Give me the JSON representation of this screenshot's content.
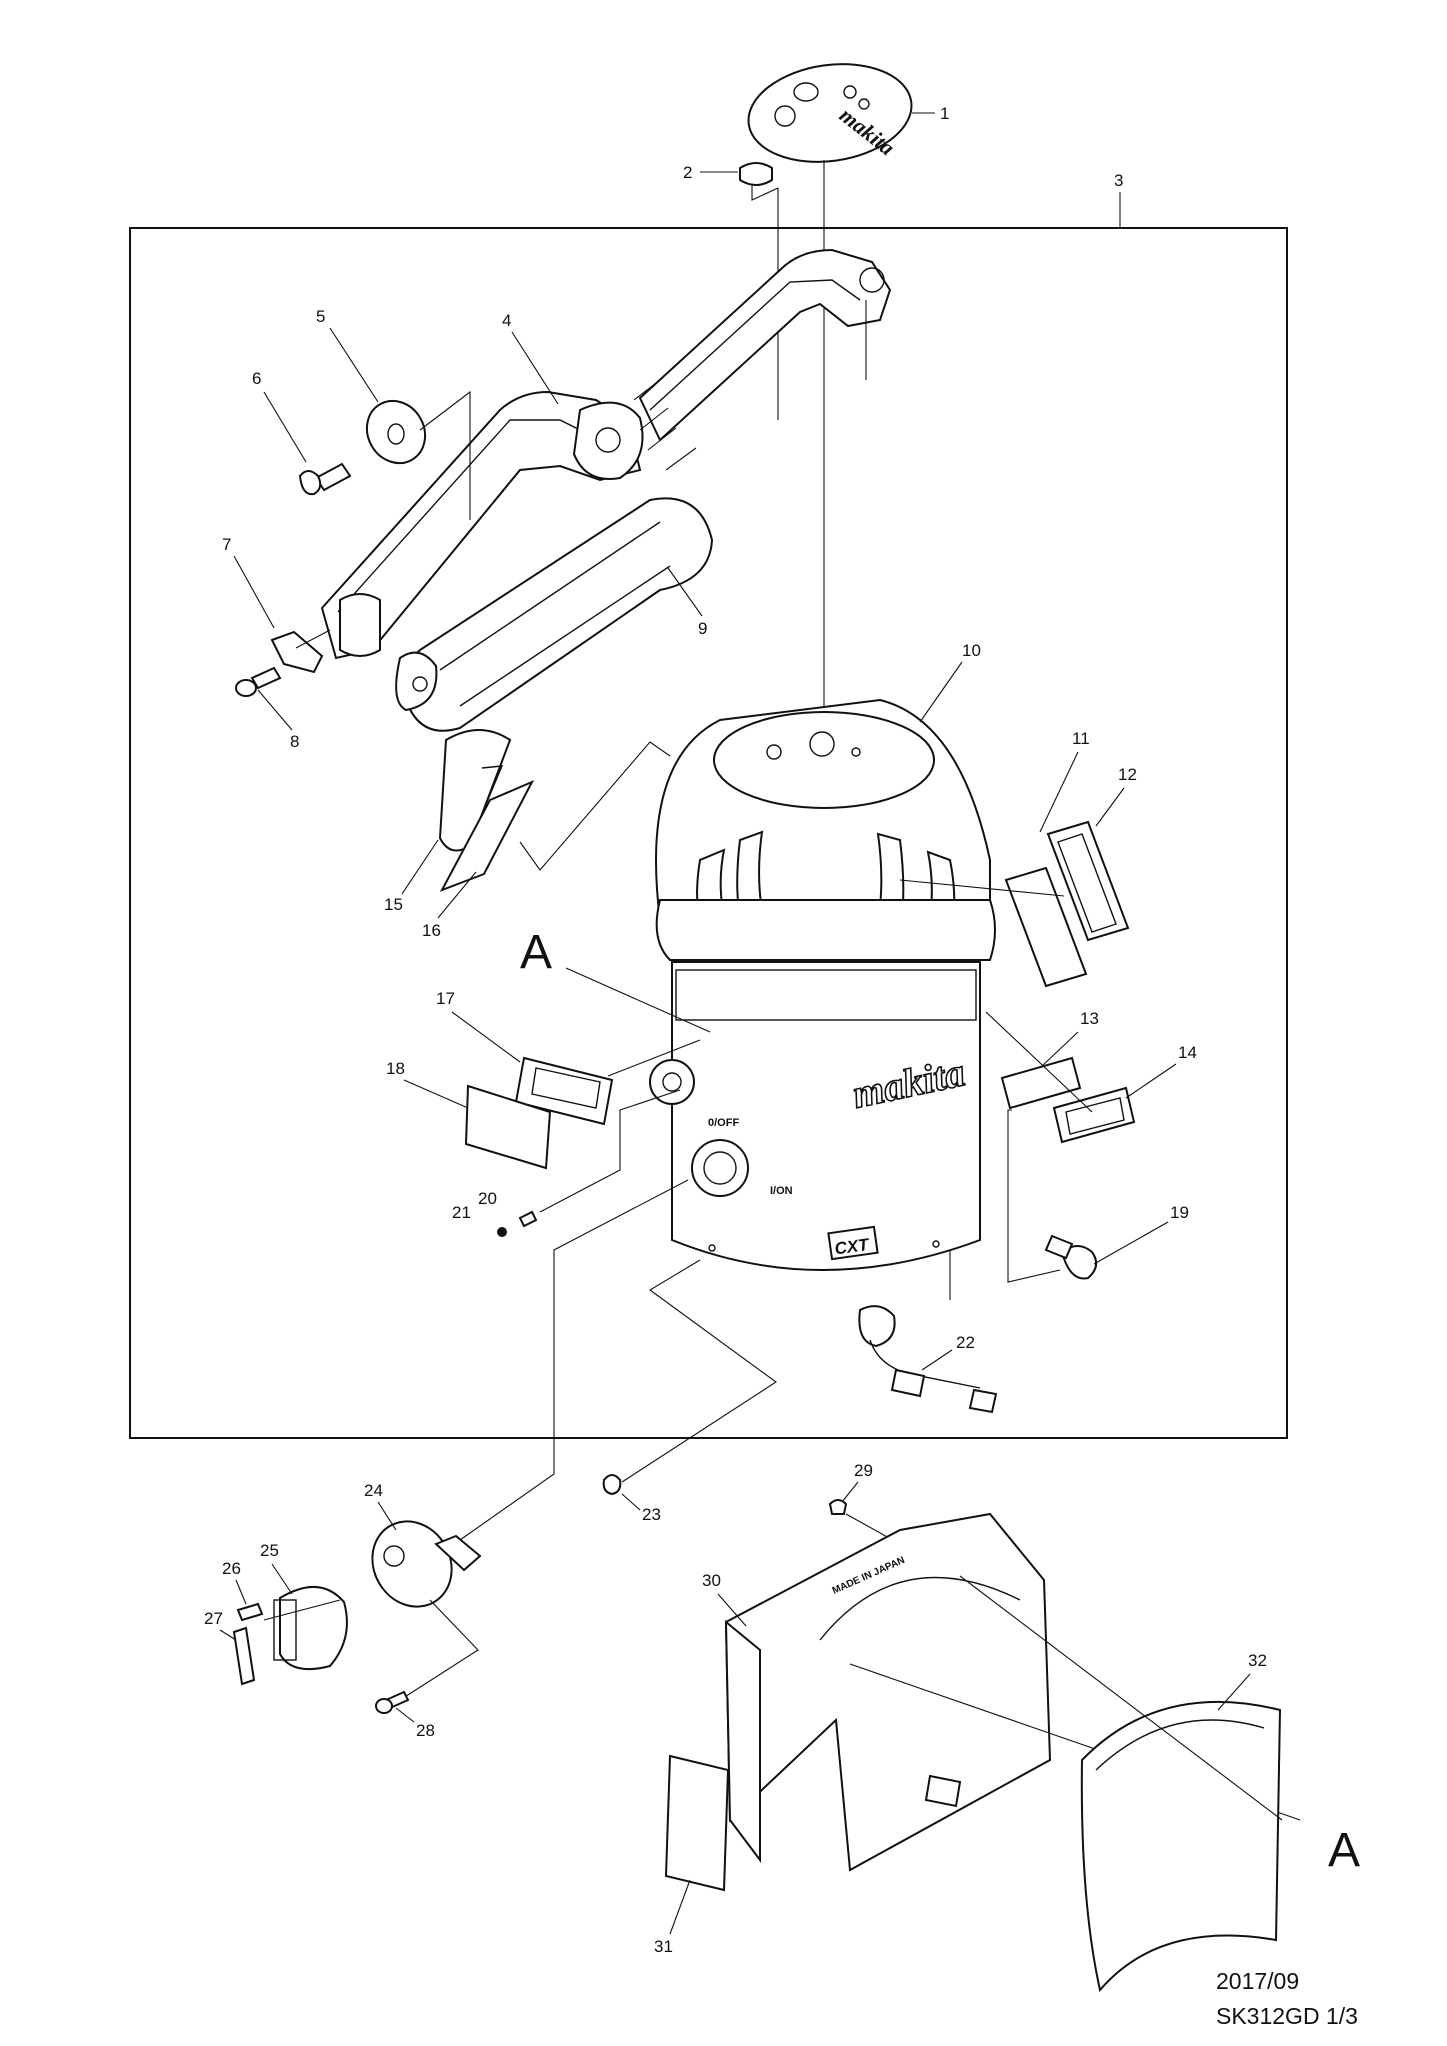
{
  "diagram": {
    "brand_on_cap": "makita",
    "brand_on_body": "makita",
    "model_badge": "CXT",
    "switch_labels": [
      "0/OFF",
      "I/ON"
    ],
    "housing_stamp": "MADE IN JAPAN",
    "detail_marker": "A",
    "part_numbers": [
      "1",
      "2",
      "3",
      "4",
      "5",
      "6",
      "7",
      "8",
      "9",
      "10",
      "11",
      "12",
      "13",
      "14",
      "15",
      "16",
      "17",
      "18",
      "19",
      "20",
      "21",
      "22",
      "23",
      "24",
      "25",
      "26",
      "27",
      "28",
      "29",
      "30",
      "31",
      "32"
    ]
  },
  "footer": {
    "date": "2017/09",
    "reference": "SK312GD  1/3"
  },
  "colors": {
    "line": "#111111",
    "background": "#ffffff"
  }
}
